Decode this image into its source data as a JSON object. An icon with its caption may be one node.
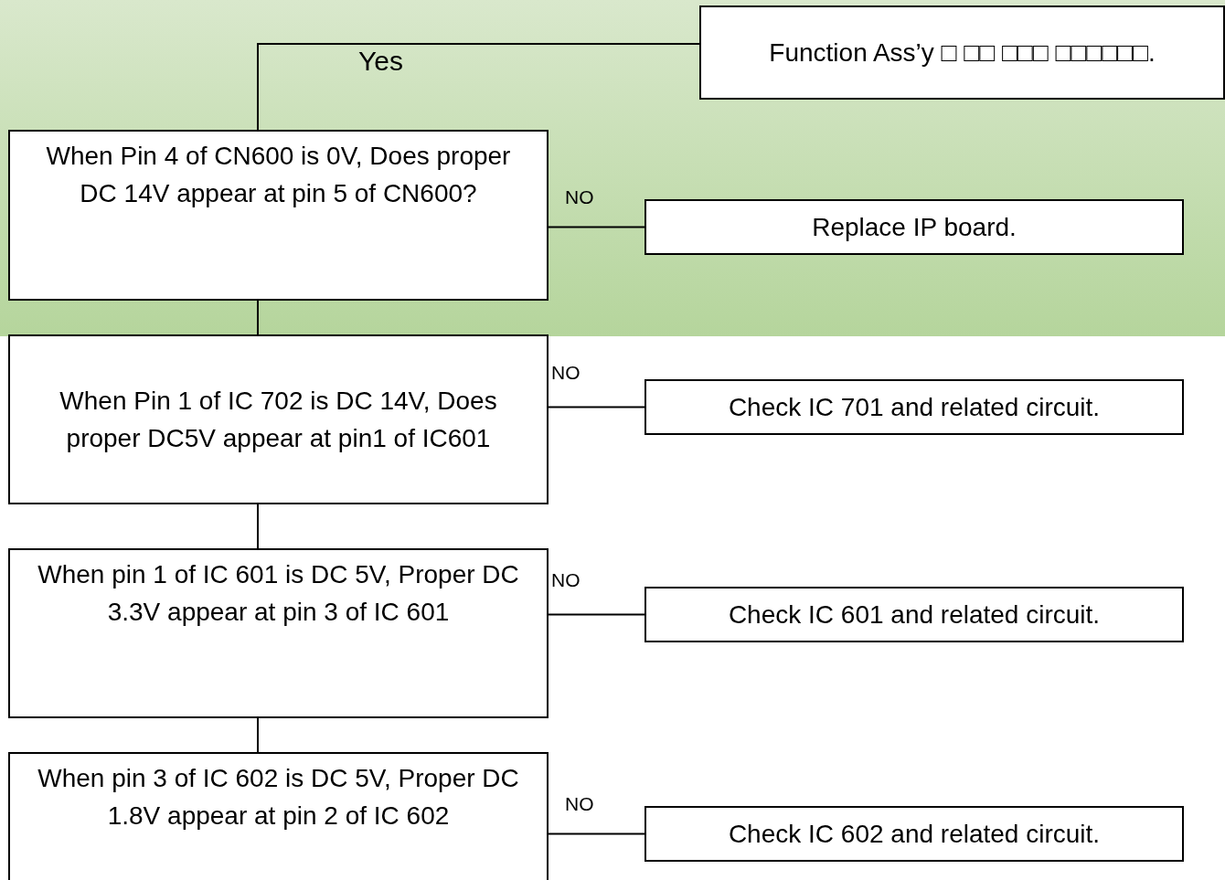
{
  "diagram": {
    "nodes": [
      {
        "text": [
          "Function Ass’y □ □□ □□□ □□□□□□."
        ]
      },
      {
        "text": [
          "When Pin 4 of CN600 is 0V, Does proper DC 14V appear at pin 5 of CN600?"
        ]
      },
      {
        "text": [
          "Replace IP board."
        ]
      },
      {
        "text": [
          "When Pin 1 of IC 702 is DC 14V, Does proper DC5V appear at pin1 of IC601"
        ]
      },
      {
        "text": [
          "Check IC 701 and related circuit."
        ]
      },
      {
        "text": [
          "When pin 1 of IC 601 is DC 5V, Proper DC 3.3V appear at pin 3 of IC 601"
        ]
      },
      {
        "text": [
          "Check IC 601 and related circuit."
        ]
      },
      {
        "text": [
          "When pin 3 of IC 602 is DC 5V, Proper DC 1.8V appear at pin 2 of IC 602"
        ]
      },
      {
        "text": [
          "Check IC 602 and related circuit."
        ]
      }
    ],
    "edges": [
      {
        "from": 1,
        "to": 0,
        "arrow": "none",
        "label": "Yes"
      },
      {
        "from": 1,
        "to": 2,
        "arrow": "none",
        "label": "NO"
      },
      {
        "from": 1,
        "to": 3,
        "arrow": "none"
      },
      {
        "from": 3,
        "to": 4,
        "arrow": "none",
        "label": "NO"
      },
      {
        "from": 3,
        "to": 5,
        "arrow": "none"
      },
      {
        "from": 5,
        "to": 6,
        "arrow": "none",
        "label": "NO"
      },
      {
        "from": 5,
        "to": 7,
        "arrow": "none"
      },
      {
        "from": 7,
        "to": 8,
        "arrow": "none",
        "label": "NO"
      }
    ]
  }
}
